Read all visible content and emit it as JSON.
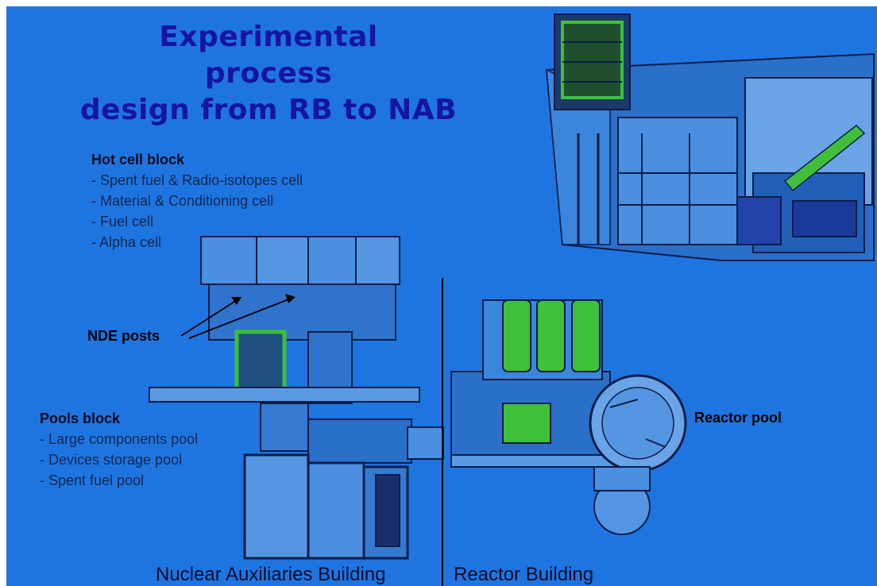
{
  "title": [
    "Experimental",
    "process",
    "design from RB to NAB"
  ],
  "hot_cell_block": {
    "heading": "Hot cell block",
    "items": [
      "- Spent fuel & Radio-isotopes cell",
      "- Material & Conditioning cell",
      "- Fuel cell",
      "- Alpha cell"
    ]
  },
  "nde_posts": "NDE posts",
  "pools_block": {
    "heading": "Pools block",
    "items": [
      "- Large components pool",
      "- Devices storage pool",
      "- Spent fuel pool"
    ]
  },
  "reactor_pool": "Reactor pool",
  "buildings": {
    "left": "Nuclear Auxiliaries Building",
    "right": "Reactor Building"
  },
  "colors": {
    "background": "#1f75e0",
    "title": "#1515a0",
    "structure_green": "#3fbf3a",
    "structure_dark": "#0a1d4a"
  }
}
